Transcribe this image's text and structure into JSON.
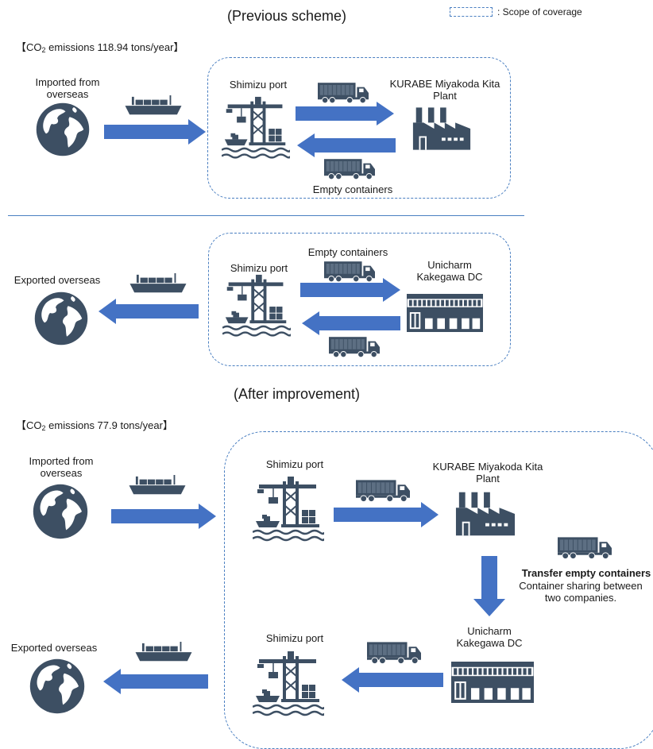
{
  "legend": {
    "label": ": Scope of coverage"
  },
  "previous": {
    "title": "(Previous scheme)",
    "co2_prefix": "【CO",
    "co2_sub": "2",
    "co2_suffix": " emissions 118.94 tons/year】",
    "import": {
      "origin": "Imported from overseas",
      "port": "Shimizu port",
      "plant": "KURABE Miyakoda Kita Plant",
      "return_label": "Empty containers"
    },
    "export": {
      "destination": "Exported overseas",
      "port": "Shimizu port",
      "dc": "Unicharm Kakegawa DC",
      "forward_label": "Empty containers"
    }
  },
  "after": {
    "title": "(After improvement)",
    "co2_prefix": "【CO",
    "co2_sub": "2",
    "co2_suffix": " emissions 77.9 tons/year】",
    "origin": "Imported from overseas",
    "port_import": "Shimizu port",
    "plant": "KURABE Miyakoda Kita Plant",
    "transfer_title": "Transfer empty containers",
    "transfer_desc": "Container sharing between two companies.",
    "dc": "Unicharm Kakegawa DC",
    "port_export": "Shimizu port",
    "destination": "Exported overseas"
  },
  "colors": {
    "arrow": "#4472c4",
    "icon": "#3d4f63",
    "scope_border": "#4a7fc1"
  },
  "icons": [
    "globe-icon",
    "ship-icon",
    "port-crane-icon",
    "truck-icon",
    "factory-icon",
    "warehouse-icon"
  ]
}
